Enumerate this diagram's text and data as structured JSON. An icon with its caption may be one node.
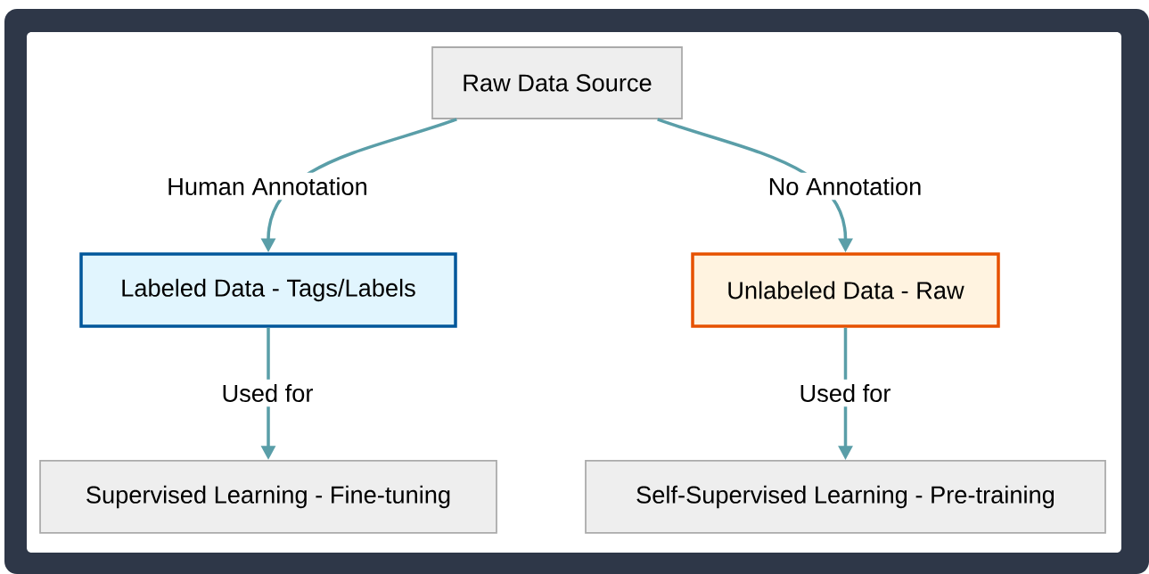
{
  "diagram": {
    "nodes": [
      {
        "text": [
          "Raw Data Source"
        ]
      },
      {
        "text": [
          "Labeled Data - Tags/Labels"
        ]
      },
      {
        "text": [
          "Unlabeled Data - Raw"
        ]
      },
      {
        "text": [
          "Supervised Learning - Fine-tuning"
        ]
      },
      {
        "text": [
          "Self-Supervised Learning - Pre-training"
        ]
      }
    ],
    "edges": [
      {
        "from": 0,
        "to": 1,
        "arrow": "to",
        "label": "Human Annotation"
      },
      {
        "from": 0,
        "to": 2,
        "arrow": "to",
        "label": "No Annotation"
      },
      {
        "from": 1,
        "to": 3,
        "arrow": "to",
        "label": "Used for"
      },
      {
        "from": 2,
        "to": 4,
        "arrow": "to",
        "label": "Used for"
      }
    ]
  }
}
